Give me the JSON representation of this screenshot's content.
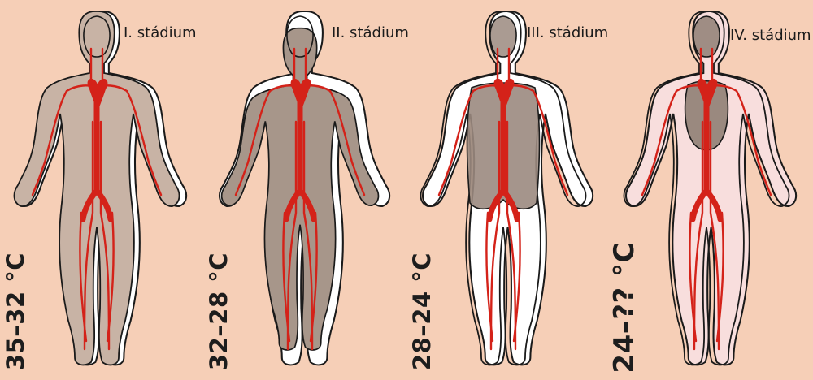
{
  "stages": [
    {
      "name": "I. stádium",
      "temperature": "35–32 °C",
      "colors": {
        "fill": "#c8b3a5",
        "vessel": "#d42219"
      }
    },
    {
      "name": "II. stádium",
      "temperature": "32–28 °C",
      "colors": {
        "fill": "#a7968a",
        "vessel": "#d42219"
      }
    },
    {
      "name": "III. stádium",
      "temperature": "28–24 °C",
      "colors": {
        "fill": "#9b8a7f",
        "vessel": "#d42219"
      }
    },
    {
      "name": "IV. stádium",
      "temperature": "24–?? °C",
      "colors": {
        "fill": "#8f7f74",
        "vessel": "#d42219"
      }
    }
  ],
  "colors": {
    "background": "#f6cfb7",
    "skin": "#ffffff",
    "pale_skin": "#f8dedd",
    "outline": "#1a1a1a"
  }
}
